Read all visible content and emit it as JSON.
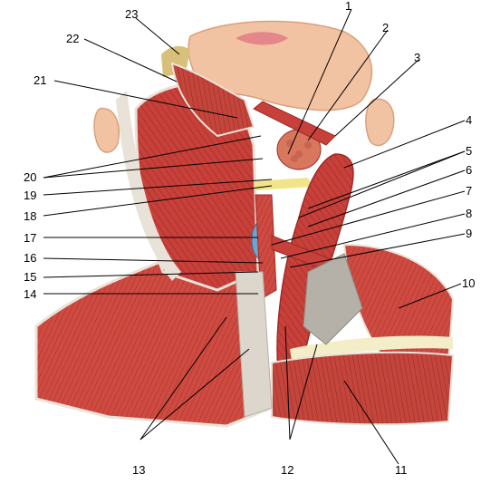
{
  "figure": {
    "colors": {
      "background": "#ffffff",
      "muscle": "#c8403a",
      "muscle_dark": "#9e2a26",
      "muscle_light": "#e58a7c",
      "skin": "#f2c3a2",
      "skin_dark": "#d9a07c",
      "lip": "#e4868a",
      "fascia": "#e9e2d8",
      "tendon": "#f3eec8",
      "nerve": "#f1e58a",
      "vein": "#6fa6cf",
      "hair": "#d8c07a",
      "leader": "#000000"
    },
    "labels": [
      "1",
      "2",
      "3",
      "4",
      "5",
      "6",
      "7",
      "8",
      "9",
      "10",
      "11",
      "12",
      "13",
      "14",
      "15",
      "16",
      "17",
      "18",
      "19",
      "20",
      "21",
      "22",
      "23"
    ]
  }
}
